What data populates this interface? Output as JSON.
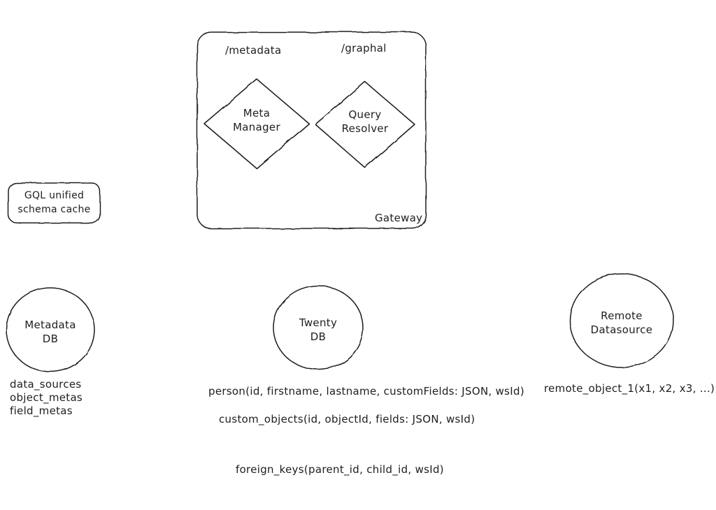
{
  "gateway": {
    "label": "Gateway",
    "endpoints": {
      "metadata": "/metadata",
      "graphql": "/graphal"
    },
    "nodes": {
      "meta_manager": "Meta Manager",
      "query_resolver": "Query Resolver"
    }
  },
  "cache": {
    "label": "GQL unified schema cache"
  },
  "metadata_db": {
    "label": "Metadata DB",
    "tables": [
      "data_sources",
      "object_metas",
      "field_metas"
    ]
  },
  "twenty_db": {
    "label": "Twenty DB",
    "table_person": "person(id, firstname, lastname, customFields: JSON, wsId)",
    "table_custom_objects": "custom_objects(id, objectId, fields: JSON, wsId)",
    "table_foreign_keys": "foreign_keys(parent_id, child_id, wsId)"
  },
  "remote_datasource": {
    "label": "Remote Datasource",
    "table_remote_object": "remote_object_1(x1, x2, x3, ...)"
  },
  "colors": {
    "stroke": "#1e1e1e",
    "background": "#ffffff"
  }
}
